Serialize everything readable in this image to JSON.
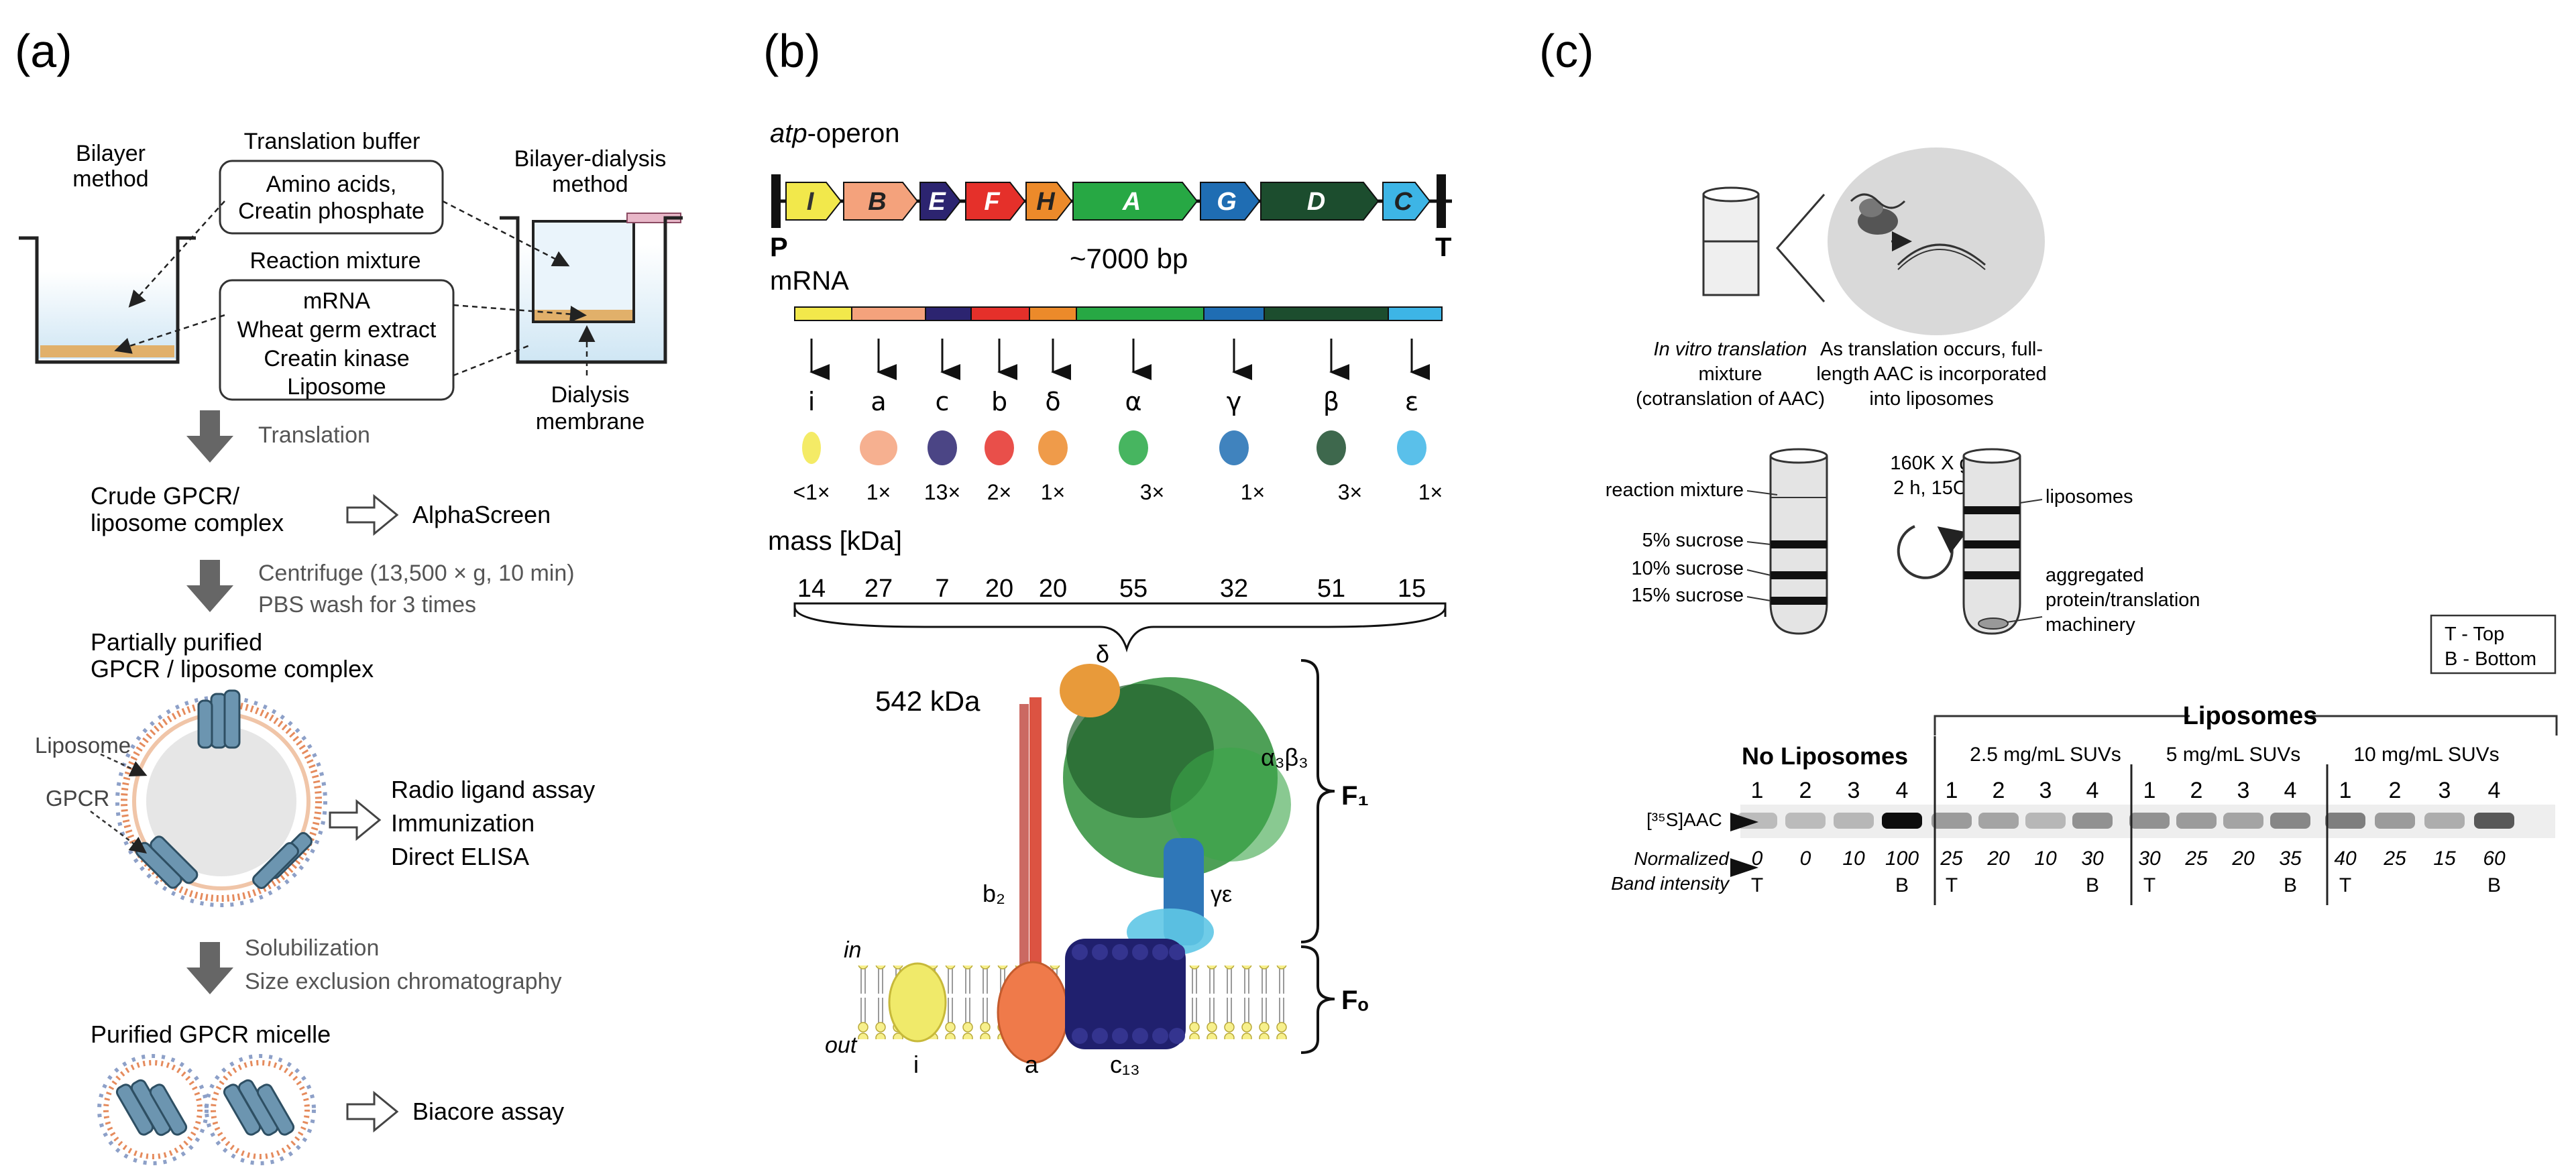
{
  "panel_a": {
    "label": "(a)",
    "bilayer_method": [
      "Bilayer",
      "method"
    ],
    "bilayer_dialysis_method": [
      "Bilayer-dialysis",
      "method"
    ],
    "translation_buffer": {
      "title": "Translation buffer",
      "items": [
        "Amino acids,",
        "Creatin phosphate"
      ]
    },
    "reaction_mixture": {
      "title": "Reaction mixture",
      "items": [
        "mRNA",
        "Wheat germ extract",
        "Creatin kinase",
        "Liposome"
      ]
    },
    "dialysis_membrane": [
      "Dialysis",
      "membrane"
    ],
    "step_translation": "Translation",
    "crude": [
      "Crude GPCR/",
      "liposome complex"
    ],
    "alphascreen": "AlphaScreen",
    "step_centrifuge": [
      "Centrifuge (13,500 × g, 10 min)",
      "PBS wash for 3 times"
    ],
    "partially": [
      "Partially purified",
      "GPCR / liposome complex"
    ],
    "liposome_label": "Liposome",
    "gpcr_label": "GPCR",
    "assays": [
      "Radio ligand assay",
      "Immunization",
      "Direct ELISA"
    ],
    "step_solubilization": [
      "Solubilization",
      "Size exclusion chromatography"
    ],
    "purified": "Purified GPCR micelle",
    "biacore": "Biacore assay"
  },
  "panel_b": {
    "label": "(b)",
    "operon_italic": "atp",
    "operon_rest": "-operon",
    "genes": [
      {
        "name": "I",
        "color": "#f2e84b"
      },
      {
        "name": "B",
        "color": "#f4a27c"
      },
      {
        "name": "E",
        "color": "#2c2470"
      },
      {
        "name": "F",
        "color": "#e5302a"
      },
      {
        "name": "H",
        "color": "#ec8a2a"
      },
      {
        "name": "A",
        "color": "#27a844"
      },
      {
        "name": "G",
        "color": "#1f6db3"
      },
      {
        "name": "D",
        "color": "#1c4d2e"
      },
      {
        "name": "C",
        "color": "#3db5e6"
      }
    ],
    "promoter": "P",
    "terminator": "T",
    "length": "~7000 bp",
    "mrna_label": "mRNA",
    "subunits": [
      {
        "sym": "i",
        "copies": "<1×",
        "mass": "14"
      },
      {
        "sym": "a",
        "copies": "1×",
        "mass": "27"
      },
      {
        "sym": "c",
        "copies": "13×",
        "mass": "7"
      },
      {
        "sym": "b",
        "copies": "2×",
        "mass": "20"
      },
      {
        "sym": "δ",
        "copies": "1×",
        "mass": "20"
      },
      {
        "sym": "α",
        "copies": "3×",
        "mass": "55"
      },
      {
        "sym": "γ",
        "copies": "1×",
        "mass": "32"
      },
      {
        "sym": "β",
        "copies": "3×",
        "mass": "51"
      },
      {
        "sym": "ε",
        "copies": "1×",
        "mass": "15"
      }
    ],
    "mass_label": "mass [kDa]",
    "total_mass": "542 kDa",
    "delta": "δ",
    "alpha3beta3": "α₃β₃",
    "b2": "b₂",
    "gamma_eps": "γε",
    "in": "in",
    "out": "out",
    "i": "i",
    "a": "a",
    "c13": "c₁₃",
    "F1": "F₁",
    "Fo": "Fₒ"
  },
  "panel_c": {
    "label": "(c)",
    "in_vitro": [
      "In vitro translation",
      "mixture",
      "(cotranslation of AAC)"
    ],
    "as_translation": [
      "As translation occurs, full-",
      "length AAC is incorporated",
      "into liposomes"
    ],
    "reaction_mixture": "reaction mixture",
    "sucrose": [
      "5% sucrose",
      "10% sucrose",
      "15% sucrose"
    ],
    "spin": [
      "160K X g",
      "2 h, 15C"
    ],
    "liposomes": "liposomes",
    "aggregated": [
      "aggregated",
      "protein/translation",
      "machinery"
    ],
    "legend": [
      "T - Top",
      "B - Bottom"
    ],
    "liposomes_header": "Liposomes",
    "no_liposomes": "No Liposomes",
    "groups": [
      "2.5 mg/mL SUVs",
      "5 mg/mL SUVs",
      "10 mg/mL SUVs"
    ],
    "aac_label": "[³⁵S]AAC",
    "normalized": [
      "Normalized",
      "Band intensity"
    ],
    "lanes": [
      "1",
      "2",
      "3",
      "4"
    ],
    "intensities": [
      [
        0,
        0,
        10,
        100
      ],
      [
        25,
        20,
        10,
        30
      ],
      [
        30,
        25,
        20,
        35
      ],
      [
        40,
        25,
        15,
        60
      ]
    ],
    "top": "T",
    "bottom": "B"
  }
}
